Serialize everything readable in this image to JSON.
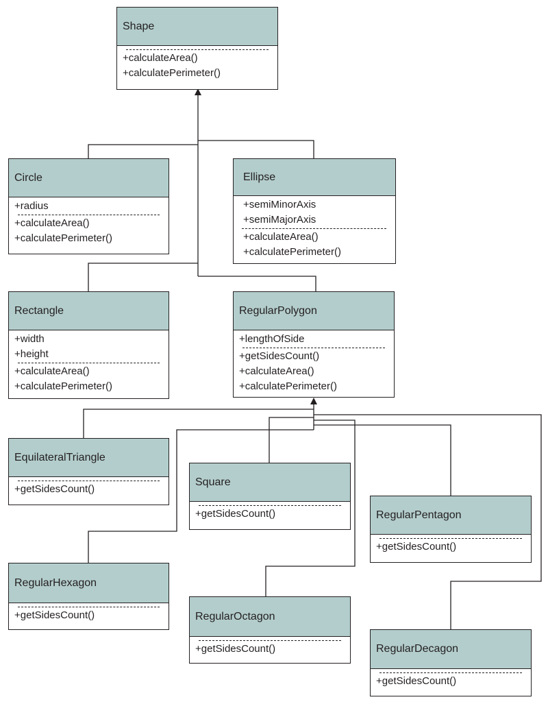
{
  "classes": {
    "shape": {
      "name": "Shape",
      "attributes": [],
      "methods": [
        "+calculateArea()",
        "+calculatePerimeter()"
      ]
    },
    "circle": {
      "name": "Circle",
      "attributes": [
        "+radius"
      ],
      "methods": [
        "+calculateArea()",
        "+calculatePerimeter()"
      ]
    },
    "ellipse": {
      "name": "Ellipse",
      "attributes": [
        "+semiMinorAxis",
        "+semiMajorAxis"
      ],
      "methods": [
        "+calculateArea()",
        "+calculatePerimeter()"
      ]
    },
    "rectangle": {
      "name": "Rectangle",
      "attributes": [
        "+width",
        "+height"
      ],
      "methods": [
        "+calculateArea()",
        "+calculatePerimeter()"
      ]
    },
    "regular_polygon": {
      "name": "RegularPolygon",
      "attributes": [
        "+lengthOfSide"
      ],
      "methods": [
        "+getSidesCount()",
        "+calculateArea()",
        "+calculatePerimeter()"
      ]
    },
    "equilateral_triangle": {
      "name": "EquilateralTriangle",
      "attributes": [],
      "methods": [
        "+getSidesCount()"
      ]
    },
    "square": {
      "name": "Square",
      "attributes": [],
      "methods": [
        "+getSidesCount()"
      ]
    },
    "regular_pentagon": {
      "name": "RegularPentagon",
      "attributes": [],
      "methods": [
        "+getSidesCount()"
      ]
    },
    "regular_hexagon": {
      "name": "RegularHexagon",
      "attributes": [],
      "methods": [
        "+getSidesCount()"
      ]
    },
    "regular_octagon": {
      "name": "RegularOctagon",
      "attributes": [],
      "methods": [
        "+getSidesCount()"
      ]
    },
    "regular_decagon": {
      "name": "RegularDecagon",
      "attributes": [],
      "methods": [
        "+getSidesCount()"
      ]
    }
  },
  "colors": {
    "header": "#b3cdcc",
    "line": "#231f20"
  }
}
